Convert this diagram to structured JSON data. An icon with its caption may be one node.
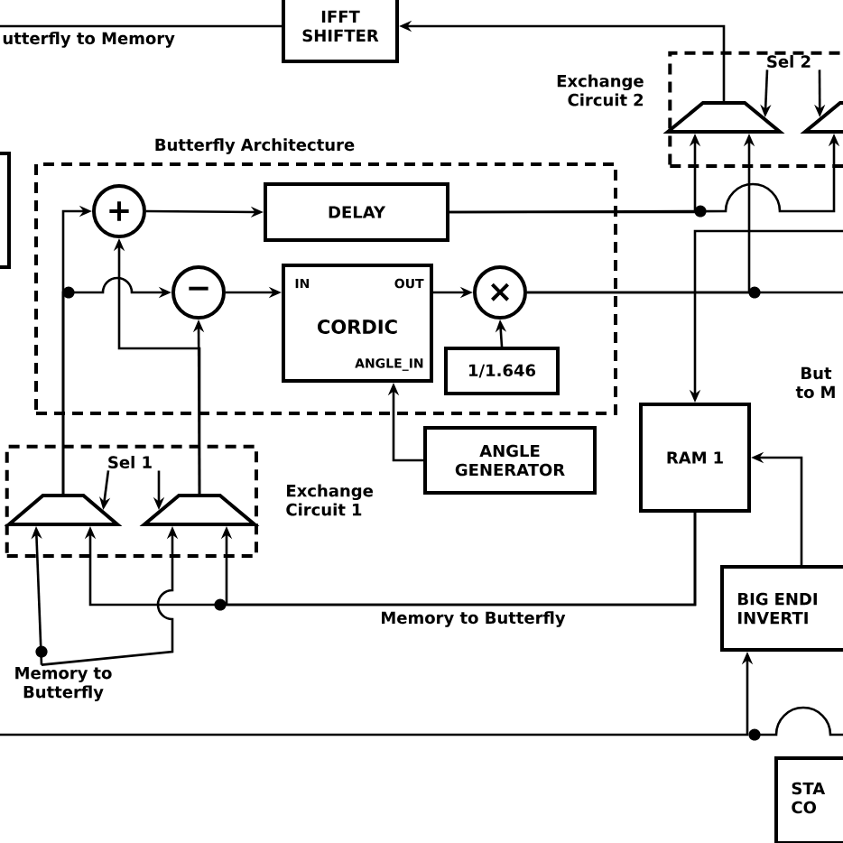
{
  "diagram": {
    "nodes": [
      {
        "text": [
          "IFFT SHIFTER"
        ]
      },
      {
        "text": [
          "Exchange Circuit 2"
        ]
      },
      {
        "text": [],
        "shape": "trapezoid",
        "in": 1
      },
      {
        "text": [],
        "shape": "trapezoid",
        "in": 1
      },
      {
        "text": [],
        "shape": "box"
      },
      {
        "text": [
          "Butterfly Architecture"
        ]
      },
      {
        "text": [
          "+"
        ],
        "in": 5
      },
      {
        "text": [
          "DELAY"
        ],
        "in": 5
      },
      {
        "text": [
          "−"
        ],
        "in": 5
      },
      {
        "text": [
          "IN",
          "OUT",
          "CORDIC",
          "ANGLE_IN"
        ],
        "in": 5
      },
      {
        "text": [
          "×"
        ],
        "in": 5
      },
      {
        "text": [
          "1/1.646"
        ],
        "in": 5
      },
      {
        "text": [
          "RAM 1"
        ]
      },
      {
        "text": [
          "ANGLE GENERATOR"
        ]
      },
      {
        "text": [
          "Exchange Circuit 1"
        ]
      },
      {
        "text": [],
        "shape": "trapezoid",
        "in": 14
      },
      {
        "text": [],
        "shape": "trapezoid",
        "in": 14
      },
      {
        "text": [
          "BIG ENDI INVERTI"
        ]
      },
      {
        "text": [
          "STA CO"
        ]
      },
      {
        "text": [
          "Sel 2"
        ],
        "in": 1
      },
      {
        "text": [
          "Sel 1"
        ],
        "in": 14
      },
      {
        "text": [
          "Memory to Butterfly"
        ]
      }
    ],
    "edges": [
      {
        "from": 2,
        "to": 0,
        "arrow": "to"
      },
      {
        "from": 0,
        "to": null,
        "arrow": "none"
      },
      {
        "from": 19,
        "to": 2,
        "arrow": "to"
      },
      {
        "from": 19,
        "to": 3,
        "arrow": "to"
      },
      {
        "from": 6,
        "to": 7,
        "arrow": "to"
      },
      {
        "from": 7,
        "to": 2,
        "arrow": "to"
      },
      {
        "from": 7,
        "to": 3,
        "arrow": "to"
      },
      {
        "from": 10,
        "to": 2,
        "arrow": "to"
      },
      {
        "from": 10,
        "to": null,
        "arrow": "none"
      },
      {
        "from": 9,
        "to": 10,
        "arrow": "to"
      },
      {
        "from": 8,
        "to": 9,
        "arrow": "to"
      },
      {
        "from": 11,
        "to": 10,
        "arrow": "to"
      },
      {
        "from": 13,
        "to": 9,
        "arrow": "to"
      },
      {
        "from": 15,
        "to": 6,
        "arrow": "to"
      },
      {
        "from": 15,
        "to": 8,
        "arrow": "to"
      },
      {
        "from": 16,
        "to": 8,
        "arrow": "to"
      },
      {
        "from": 16,
        "to": 6,
        "arrow": "to"
      },
      {
        "from": 20,
        "to": 15,
        "arrow": "to"
      },
      {
        "from": 20,
        "to": 16,
        "arrow": "to"
      },
      {
        "from": 12,
        "to": 15,
        "arrow": "to"
      },
      {
        "from": 12,
        "to": 16,
        "arrow": "to"
      },
      {
        "from": 21,
        "to": 15,
        "arrow": "to"
      },
      {
        "from": 21,
        "to": 16,
        "arrow": "to"
      },
      {
        "from": null,
        "to": 12,
        "arrow": "to"
      },
      {
        "from": 17,
        "to": 12,
        "arrow": "to"
      },
      {
        "from": null,
        "to": 17,
        "arrow": "to"
      }
    ],
    "labels": [
      "utterfly to Memory",
      "Memory to Butterfly",
      "But to M"
    ]
  }
}
